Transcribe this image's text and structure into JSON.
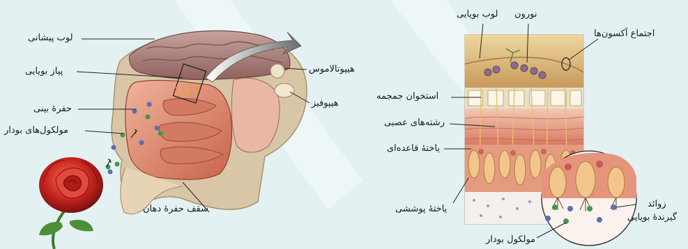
{
  "labels": {
    "frontal_lobe": "لوب پیشانی",
    "olfactory_bulb_left": "پیاز بویایی",
    "nasal_cavity": "حفرهٔ بینی",
    "odor_molecules": "مولکول‌های بودار",
    "hypothalamus": "هیپوتالاموس",
    "pituitary": "هیپوفیز",
    "mouth_roof": "سقف حفرهٔ دهان",
    "olfactory_lobe": "لوب بویایی",
    "neuron": "نورون",
    "axon_convergence": "اجتماع آکسون‌ها",
    "skull_bone": "استخوان جمجمه",
    "nerve_fibers": "رشته‌های عصبی",
    "basal_cell": "یاختهٔ قاعده‌ای",
    "epithelial_cell": "یاختهٔ پوششی",
    "receptor_cilia_line1": "زوائد",
    "receptor_cilia_line2": "گیرندهٔ بویایی",
    "odor_molecule": "مولکول بودار"
  },
  "colors": {
    "background": "#e4f1f3",
    "tissue_pink": "#e9a48e",
    "tissue_dark": "#b5563f",
    "brain": "#b08a86",
    "bone": "#e8dcc0",
    "rose": "#c8241f",
    "molecule_blue": "#5b6fb5",
    "molecule_green": "#3f9a4a"
  },
  "icons": [
    "rose-flower-icon",
    "molecule-dot-icon",
    "curved-arrow-icon"
  ]
}
